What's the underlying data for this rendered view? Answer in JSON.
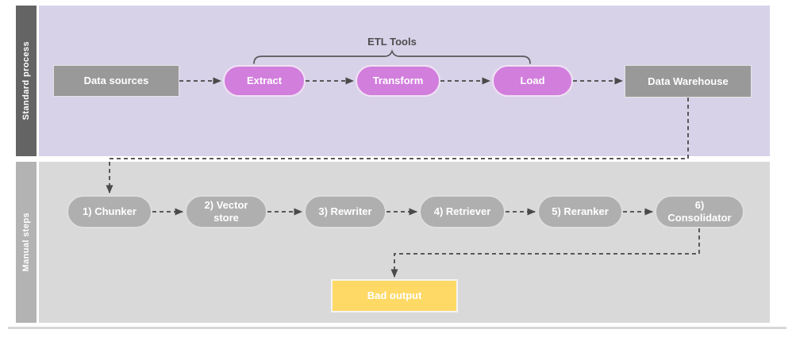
{
  "lanes": {
    "standard": {
      "label": "Standard process"
    },
    "manual": {
      "label": "Manual steps"
    }
  },
  "bracket": {
    "label": "ETL Tools",
    "spans": [
      "Extract",
      "Transform",
      "Load"
    ]
  },
  "nodes": {
    "data_sources": {
      "label": "Data sources",
      "shape": "rectangle",
      "lane": "standard"
    },
    "extract": {
      "label": "Extract",
      "shape": "pill",
      "lane": "standard"
    },
    "transform": {
      "label": "Transform",
      "shape": "pill",
      "lane": "standard"
    },
    "load": {
      "label": "Load",
      "shape": "pill",
      "lane": "standard"
    },
    "data_warehouse": {
      "label": "Data Warehouse",
      "shape": "rectangle",
      "lane": "standard"
    },
    "chunker": {
      "label": "1) Chunker",
      "shape": "pill",
      "lane": "manual"
    },
    "vector_store": {
      "label": "2) Vector store",
      "shape": "pill",
      "lane": "manual"
    },
    "rewriter": {
      "label": "3) Rewriter",
      "shape": "pill",
      "lane": "manual"
    },
    "retriever": {
      "label": "4) Retriever",
      "shape": "pill",
      "lane": "manual"
    },
    "reranker": {
      "label": "5) Reranker",
      "shape": "pill",
      "lane": "manual"
    },
    "consolidator": {
      "label": "6) Consolidator",
      "shape": "pill",
      "lane": "manual"
    },
    "bad_output": {
      "label": "Bad output",
      "shape": "rectangle",
      "lane": "manual"
    }
  },
  "edges": [
    {
      "from": "data_sources",
      "to": "extract",
      "style": "dashed-arrow"
    },
    {
      "from": "extract",
      "to": "transform",
      "style": "dashed-arrow"
    },
    {
      "from": "transform",
      "to": "load",
      "style": "dashed-arrow"
    },
    {
      "from": "load",
      "to": "data_warehouse",
      "style": "dashed-arrow"
    },
    {
      "from": "data_warehouse",
      "to": "chunker",
      "style": "dashed-arrow"
    },
    {
      "from": "chunker",
      "to": "vector_store",
      "style": "dashed-arrow"
    },
    {
      "from": "vector_store",
      "to": "rewriter",
      "style": "dashed-arrow"
    },
    {
      "from": "rewriter",
      "to": "retriever",
      "style": "dashed-arrow"
    },
    {
      "from": "retriever",
      "to": "reranker",
      "style": "dashed-arrow"
    },
    {
      "from": "reranker",
      "to": "consolidator",
      "style": "dashed-arrow"
    },
    {
      "from": "consolidator",
      "to": "bad_output",
      "style": "dashed-arrow"
    }
  ],
  "colors": {
    "standard_lane_bg": "#D8D2E9",
    "standard_lane_tab": "#646464",
    "manual_lane_bg": "#D9D9D9",
    "manual_lane_tab": "#B3B3B3",
    "etl_tool_node": "#D27EDD",
    "gray_node": "#999999",
    "manual_node": "#AFAFAF",
    "bad_output_node": "#FFD966",
    "connector": "#595959",
    "node_text": "#FFFFFF"
  }
}
